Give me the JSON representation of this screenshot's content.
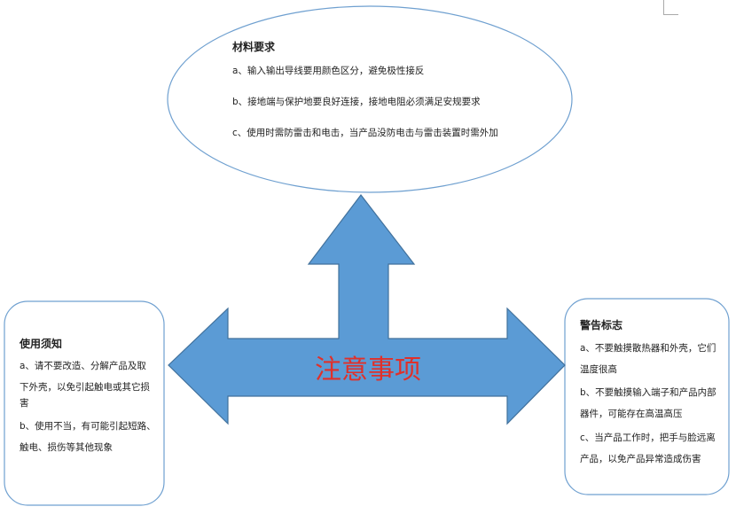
{
  "center_label": "注意事项",
  "colors": {
    "arrow_fill": "#5b9bd5",
    "arrow_stroke": "#41719c",
    "shape_stroke": "#6fa0d0",
    "center_text": "#e0302a"
  },
  "material": {
    "title": "材料要求",
    "lines": [
      "a、输入输出导线要用颜色区分，避免极性接反",
      "b、接地端与保护地要良好连接，接地电阻必须满足安规要求",
      "c、使用时需防雷击和电击，当产品没防电击与雷击装置时需外加"
    ]
  },
  "usage": {
    "title": "使用须知",
    "lines": [
      "a、请不要改造、分解产品及取",
      "下外壳，以免引起触电或其它损",
      "害",
      "b、使用不当，有可能引起短路、",
      "触电、损伤等其他现象"
    ]
  },
  "warning": {
    "title": "警告标志",
    "lines": [
      "a、不要触摸散热器和外壳，它们",
      "温度很高",
      "b、不要触摸输入端子和产品内部",
      "器件，可能存在高温高压",
      "c、当产品工作时，把手与脸远离",
      "产品，以免产品异常造成伤害"
    ]
  }
}
